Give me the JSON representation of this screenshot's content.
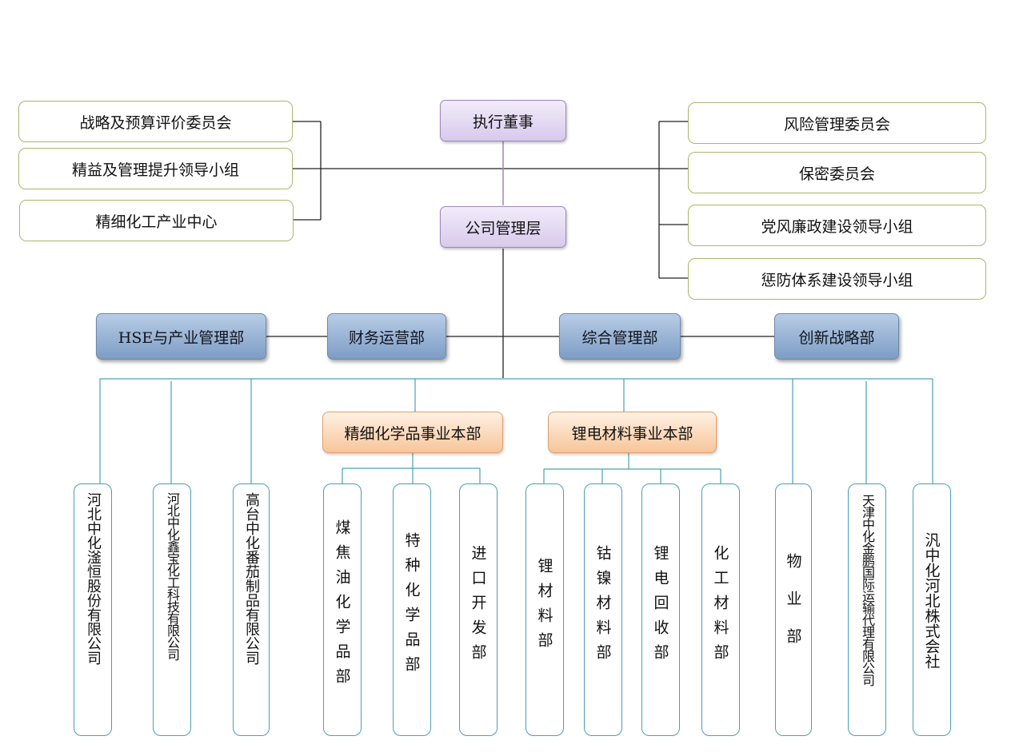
{
  "top": {
    "executive": "执行董事",
    "management": "公司管理层"
  },
  "left_committees": [
    "战略及预算评价委员会",
    "精益及管理提升领导小组",
    "精细化工产业中心"
  ],
  "right_committees": [
    "风险管理委员会",
    "保密委员会",
    "党风廉政建设领导小组",
    "惩防体系建设领导小组"
  ],
  "departments": [
    "HSE与产业管理部",
    "财务运营部",
    "综合管理部",
    "创新战略部"
  ],
  "business_units": {
    "fine_chemicals": "精细化学品事业本部",
    "lithium": "锂电材料事业本部"
  },
  "units": [
    "河北中化滏恒股份有限公司",
    "河北中化鑫宝化工科技有限公司",
    "高台中化番茄制品有限公司",
    "煤焦油化学品部",
    "特种化学品部",
    "进口开发部",
    "锂材料部",
    "钴镍材料部",
    "锂电回收部",
    "化工材料部",
    "物业部",
    "天津中化金鹏国际运输代理有限公司",
    "汎中化河北株式会社"
  ],
  "colors": {
    "black_line": "#222222",
    "teal_line": "#4aa0b4"
  }
}
